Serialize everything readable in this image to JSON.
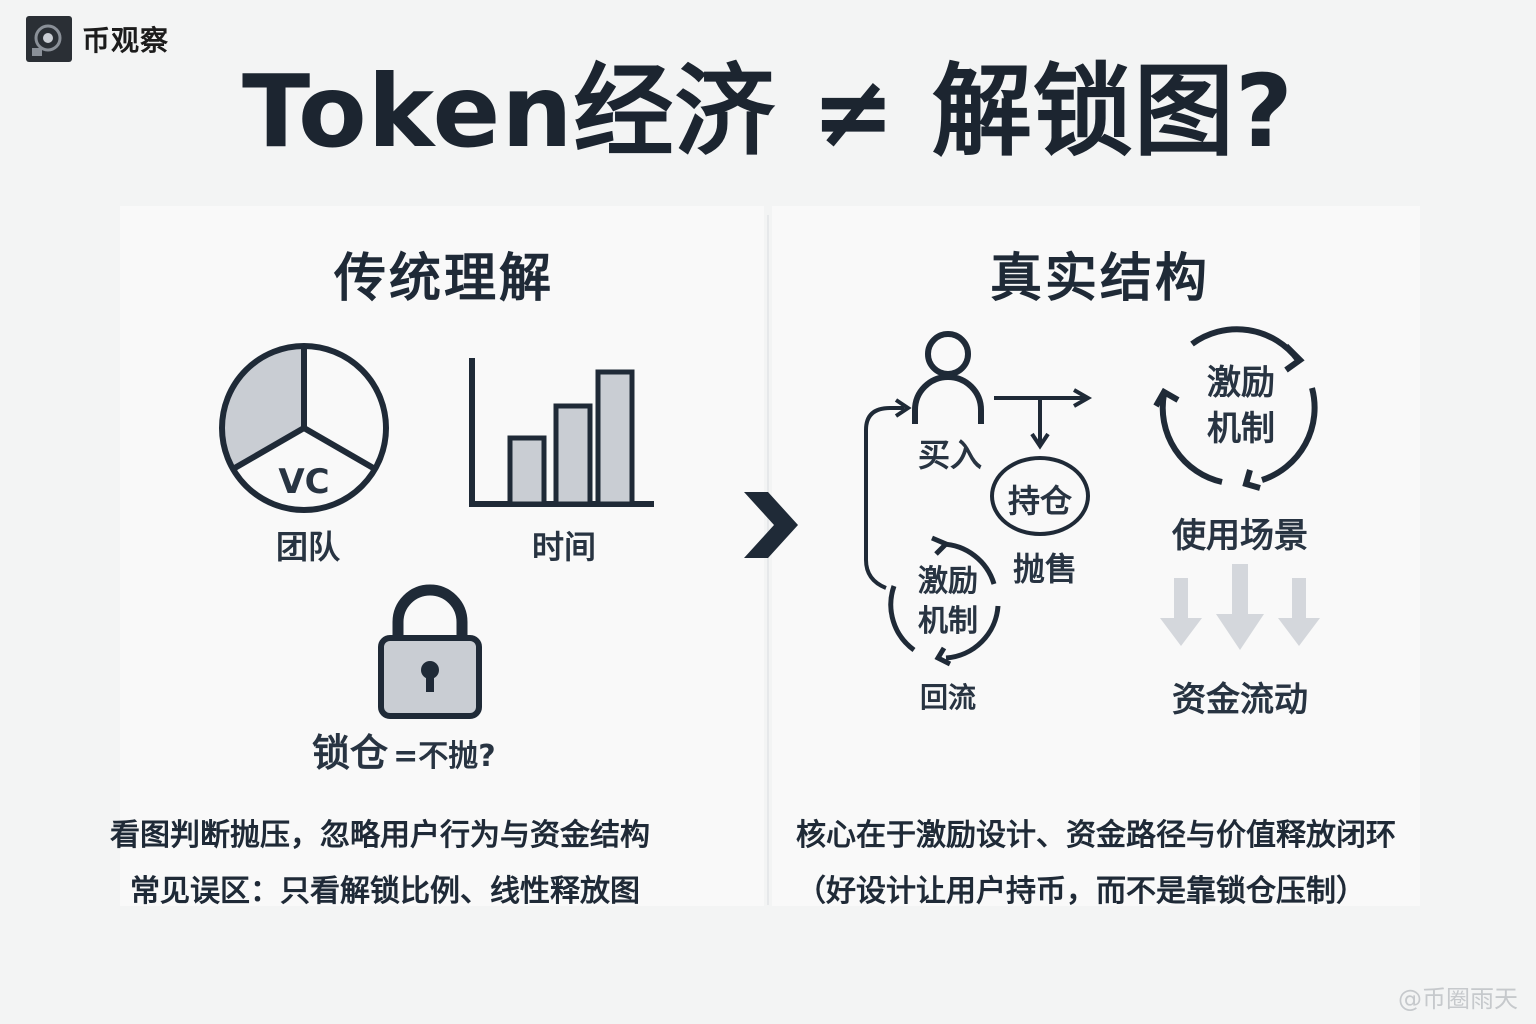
{
  "brand": {
    "name": "币观察"
  },
  "title": "Token经济 ≠ 解锁图?",
  "left": {
    "heading": "传统理解",
    "pie_slice_label": "VC",
    "pie_label": "团队",
    "bar_label": "时间",
    "lock_label_main": "锁仓",
    "lock_label_suffix": "=不抛?",
    "caption_line1": "看图判断抛压，忽略用户行为与资金结构",
    "caption_line2": "常见误区：只看解锁比例、线性释放图"
  },
  "right": {
    "heading": "真实结构",
    "buy_label": "买入",
    "hold_label": "持仓",
    "sell_label": "抛售",
    "incentive_small_line1": "激励",
    "incentive_small_line2": "机制",
    "return_label": "回流",
    "incentive_big_line1": "激励",
    "incentive_big_line2": "机制",
    "usage_label": "使用场景",
    "flow_label": "资金流动",
    "caption_line1": "核心在于激励设计、资金路径与价值释放闭环",
    "caption_line2": "（好设计让用户持币，而不是靠锁仓压制）"
  },
  "watermark": "@币圈雨天",
  "colors": {
    "ink": "#1f2a37",
    "pie_fill": "#c9cdd3",
    "bar_fill": "#c9cdd3",
    "arrow_fill": "#d4d7dc",
    "panel": "#f9f9f9",
    "background": "#f3f4f4"
  },
  "icons": {
    "pie": "pie-chart-icon",
    "bars": "bar-chart-icon",
    "lock": "padlock-icon",
    "next": "chevron-right-icon",
    "user": "person-icon",
    "cycle": "cycle-arrows-icon",
    "down": "down-arrow-icon"
  }
}
